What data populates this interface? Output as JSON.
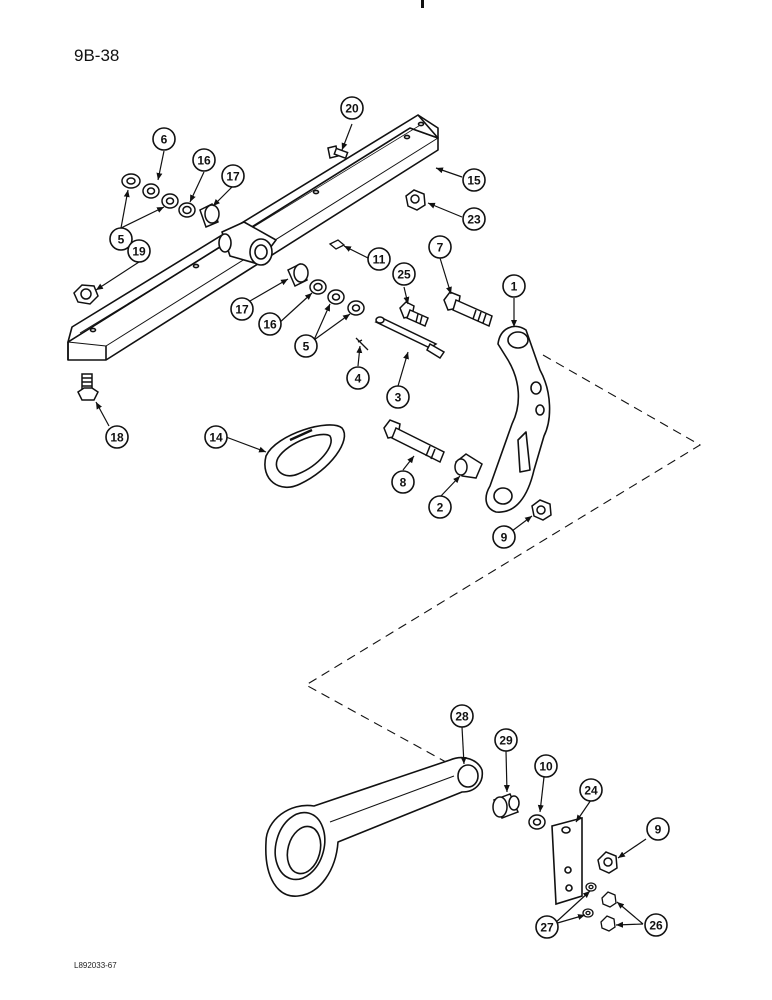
{
  "page_number": "9B-38",
  "figure_code": "L892033-67",
  "callouts": [
    "20",
    "6",
    "16",
    "17",
    "15",
    "5",
    "23",
    "19",
    "11",
    "7",
    "25",
    "1",
    "17",
    "16",
    "5",
    "4",
    "3",
    "18",
    "14",
    "8",
    "2",
    "9",
    "28",
    "29",
    "10",
    "24",
    "9",
    "27",
    "26"
  ]
}
